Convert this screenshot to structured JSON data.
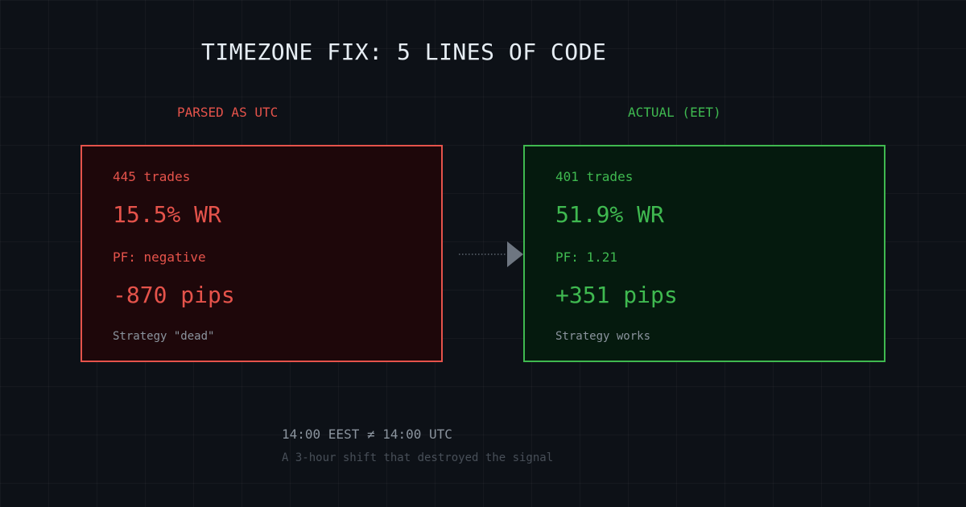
{
  "title": "TIMEZONE FIX: 5 LINES OF CODE",
  "left": {
    "label": "PARSED AS UTC",
    "trades": "445 trades",
    "win_rate": "15.5% WR",
    "profit_factor": "PF: negative",
    "pips": "-870 pips",
    "verdict": "Strategy \"dead\"",
    "accent_color": "#e5534b"
  },
  "right": {
    "label": "ACTUAL (EET)",
    "trades": "401 trades",
    "win_rate": "51.9% WR",
    "profit_factor": "PF: 1.21",
    "pips": "+351 pips",
    "verdict": "Strategy works",
    "accent_color": "#3fb950"
  },
  "arrow_icon": "arrow-right-icon",
  "footer": {
    "equation": "14:00 EEST ≠ 14:00 UTC",
    "subtitle": "A 3-hour shift that destroyed the signal"
  }
}
